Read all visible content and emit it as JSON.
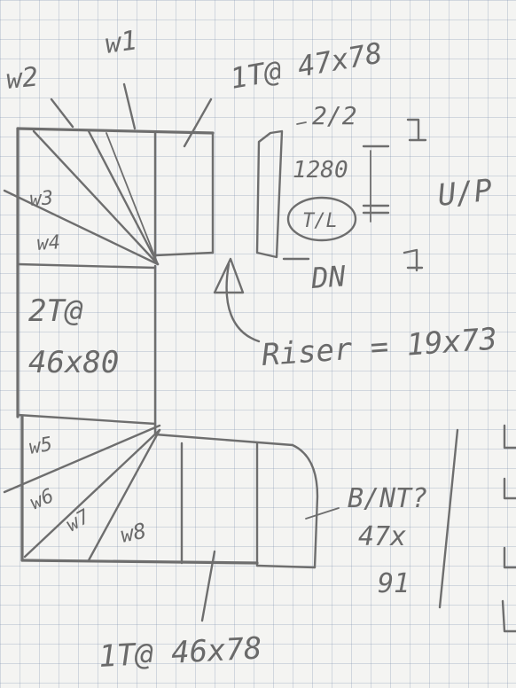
{
  "labels": {
    "w1": "w1",
    "w2": "w2",
    "w3": "w3",
    "w4": "w4",
    "w5": "w5",
    "w6": "w6",
    "w7": "w7",
    "w8": "w8",
    "top_tread": "1T@ 47x78",
    "mid_tread_line1": "2T@",
    "mid_tread_line2": "46x80",
    "bottom_tread": "1T@ 46x78",
    "two_two": "2/2",
    "dim_1280": "1280",
    "tl": "T/L",
    "up_right": "U/P",
    "dn": "DN",
    "riser": "Riser = 19x73",
    "bnt_line1": "B/NT?",
    "bnt_line2": "47x",
    "bnt_line3": "91"
  },
  "colors": {
    "pencil": "#6e6e6e",
    "paper": "#f4f4f2",
    "grid": "#8c9cb4"
  }
}
